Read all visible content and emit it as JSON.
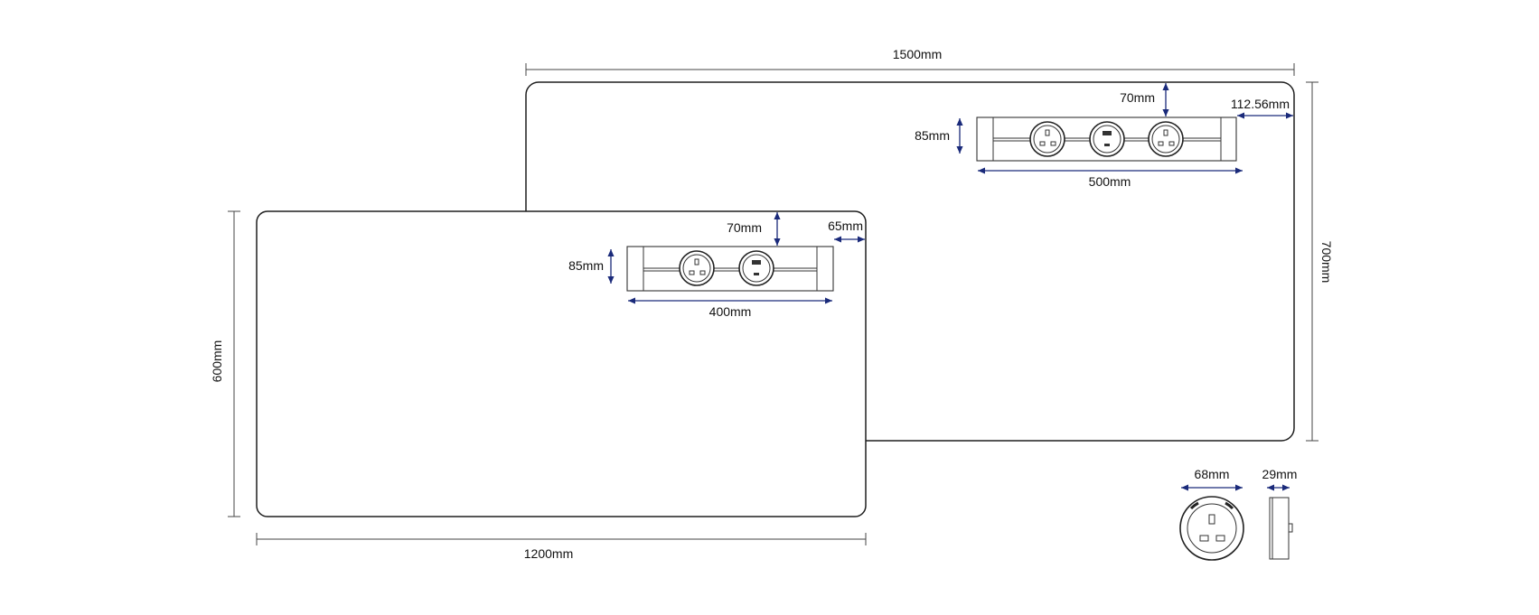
{
  "colors": {
    "dimension_arrow": "#1a2a7a",
    "outline": "#1e1e1e",
    "background": "#ffffff"
  },
  "large_desk": {
    "width_label": "1500mm",
    "depth_label": "700mm",
    "edge_offset_label": "70mm",
    "side_offset_label": "112.56mm",
    "unit_height_label": "85mm",
    "unit_width_label": "500mm",
    "sockets": [
      "uk-socket",
      "usb-socket",
      "uk-socket"
    ]
  },
  "small_desk": {
    "width_label": "1200mm",
    "depth_label": "600mm",
    "edge_offset_label": "70mm",
    "side_offset_label": "65mm",
    "unit_height_label": "85mm",
    "unit_width_label": "400mm",
    "sockets": [
      "uk-socket",
      "usb-socket"
    ]
  },
  "socket_detail": {
    "diameter_label": "68mm",
    "depth_label": "29mm"
  }
}
